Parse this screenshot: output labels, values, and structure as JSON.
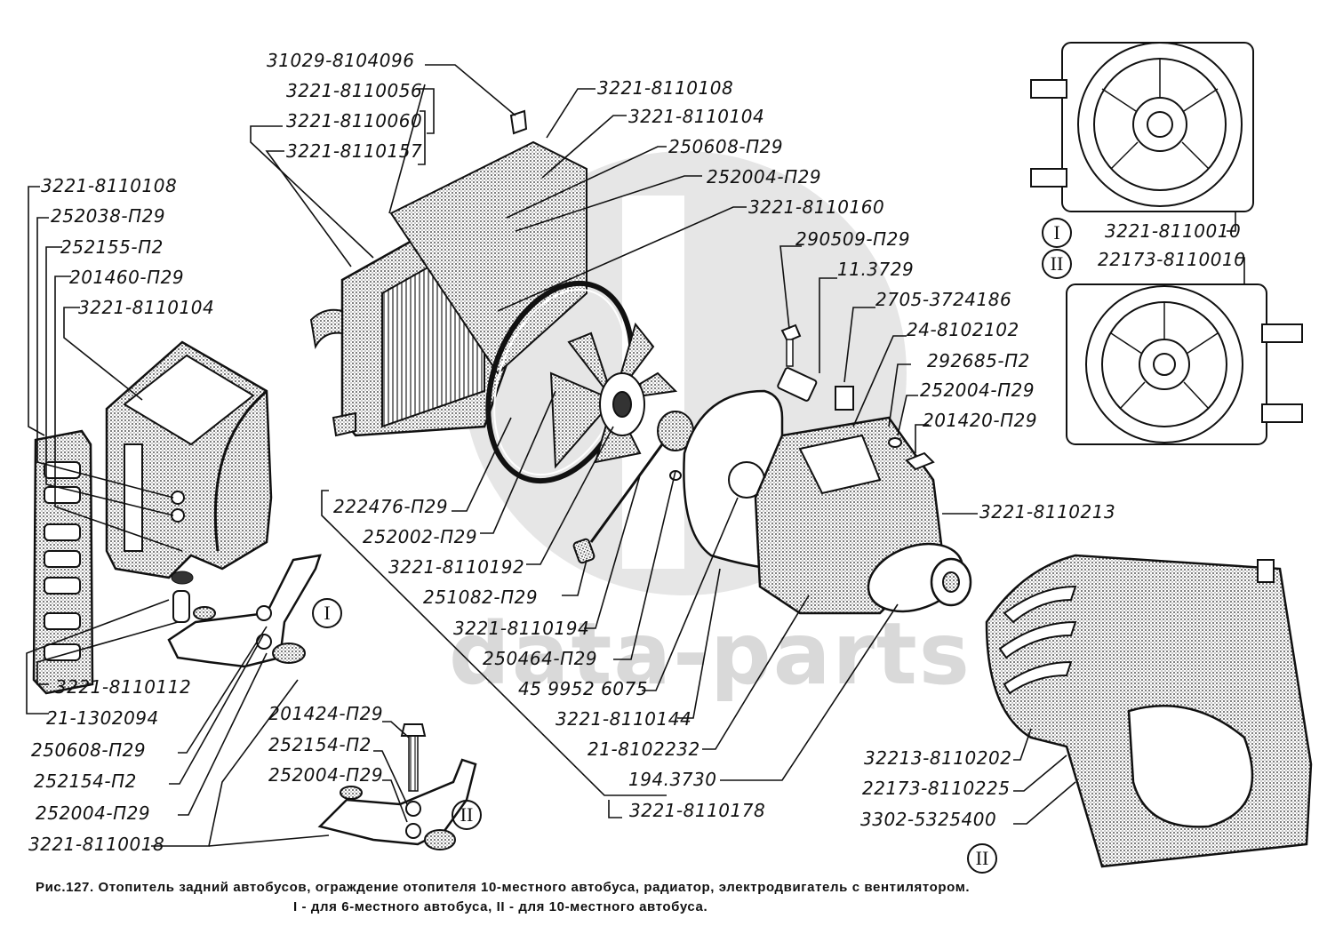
{
  "watermark": "data-parts",
  "caption": {
    "line1": "Рис.127. Отопитель задний автобусов, ограждение отопителя 10-местного автобуса, радиатор, электродвигатель с вентилятором.",
    "line2": "I - для 6-местного автобуса,  II - для 10-местного автобуса."
  },
  "variant_markers": {
    "one": "I",
    "two": "II"
  },
  "labels": {
    "top_radiator": [
      "31029-8104096",
      "3221-8110056",
      "3221-8110060",
      "3221-8110157"
    ],
    "top_center": [
      "3221-8110108",
      "3221-8110104",
      "250608-П29",
      "252004-П29",
      "3221-8110160"
    ],
    "left_heater": [
      "3221-8110108",
      "252038-П29",
      "252155-П2",
      "201460-П29",
      "3221-8110104"
    ],
    "motor_top": [
      "290509-П29",
      "11.3729",
      "2705-3724186",
      "24-8102102",
      "292685-П2",
      "252004-П29",
      "201420-П29",
      "3221-8110213"
    ],
    "fan_group": [
      "222476-П29",
      "252002-П29",
      "3221-8110192",
      "251082-П29",
      "3221-8110194",
      "250464-П29",
      "45 9952 6075",
      "3221-8110144",
      "21-8102232",
      "194.3730",
      "3221-8110178"
    ],
    "bracket_I": [
      "3221-8110112",
      "21-1302094",
      "250608-П29",
      "252154-П2",
      "252004-П29",
      "3221-8110018"
    ],
    "bracket_II": [
      "201424-П29",
      "252154-П2",
      "252004-П29"
    ],
    "radiator_variants": [
      "3221-8110010",
      "22173-8110010"
    ],
    "guard": [
      "32213-8110202",
      "22173-8110225",
      "3302-5325400"
    ]
  }
}
